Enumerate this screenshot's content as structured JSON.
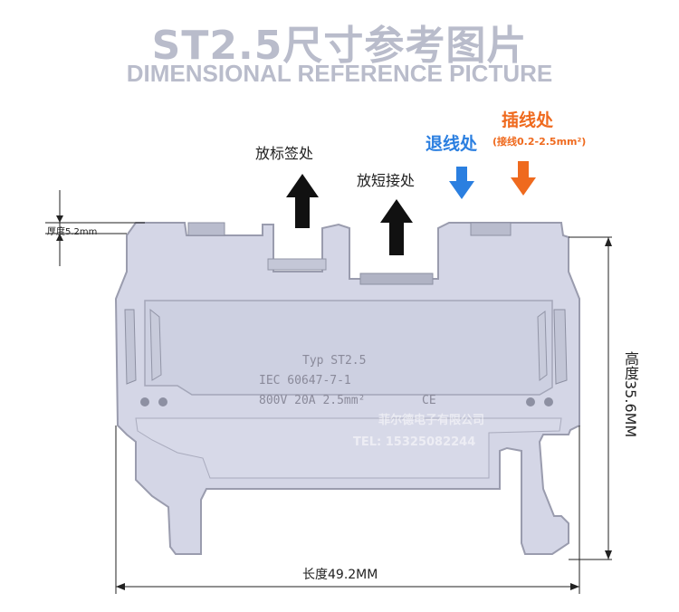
{
  "title": {
    "cn": "ST2.5尺寸参考图片",
    "en": "DIMENSIONAL REFERENCE PICTURE"
  },
  "labels": {
    "marker": "放标签处",
    "jumper": "放短接处",
    "release": "退线处",
    "insert": "插线处",
    "insert_note": "(接线0.2-2.5mm²)"
  },
  "dimensions": {
    "thickness": "厚度5.2mm",
    "height": "高度35.6MM",
    "length": "长度49.2MM"
  },
  "markings": {
    "type": "Typ ST2.5",
    "standard": "IEC 60647-7-1",
    "rating": "800V 20A 2.5mm²",
    "ce": "CE"
  },
  "watermark": {
    "company": "菲尔德电子有限公司",
    "phone": "TEL: 15325082244"
  },
  "colors": {
    "title": "#b9bccb",
    "body": "#d4d6e6",
    "blue_arrow": "#2b7fe0",
    "orange_arrow": "#ef6a1e",
    "black_arrow": "#111111"
  },
  "icons": [
    "arrow-up-icon",
    "arrow-down-icon"
  ]
}
